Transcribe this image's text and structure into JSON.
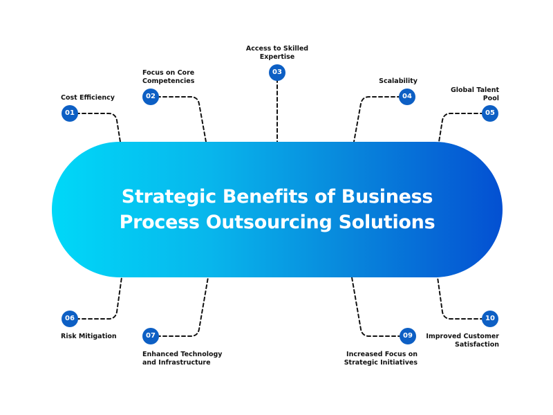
{
  "title": {
    "line1": "Strategic Benefits of Business",
    "line2": "Process Outsourcing Solutions"
  },
  "colors": {
    "badge": "#0d5fc4",
    "gradient_start": "#00d8f8",
    "gradient_end": "#0450d2",
    "connector": "#111111"
  },
  "benefits": [
    {
      "number": "01",
      "label_lines": [
        "Cost Efficiency"
      ]
    },
    {
      "number": "02",
      "label_lines": [
        "Focus on Core",
        "Competencies"
      ]
    },
    {
      "number": "03",
      "label_lines": [
        "Access to Skilled",
        "Expertise"
      ]
    },
    {
      "number": "04",
      "label_lines": [
        "Scalability"
      ]
    },
    {
      "number": "05",
      "label_lines": [
        "Global Talent",
        "Pool"
      ]
    },
    {
      "number": "06",
      "label_lines": [
        "Risk Mitigation"
      ]
    },
    {
      "number": "07",
      "label_lines": [
        "Enhanced Technology",
        "and Infrastructure"
      ]
    },
    {
      "number": "09",
      "label_lines": [
        "Increased Focus on",
        "Strategic Initiatives"
      ]
    },
    {
      "number": "10",
      "label_lines": [
        "Improved Customer",
        "Satisfaction"
      ]
    }
  ]
}
